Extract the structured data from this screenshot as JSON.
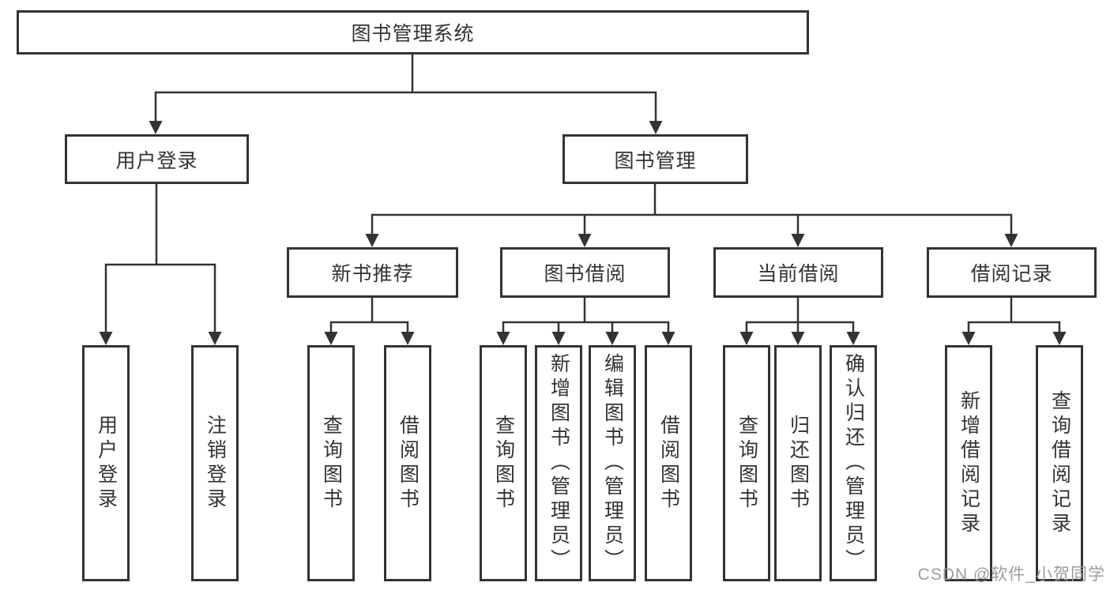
{
  "diagram": {
    "title": "图书管理系统",
    "colors": {
      "line": "#333333",
      "border": "#333333",
      "text": "#333333",
      "watermark": "#9c9c9c",
      "background": "#ffffff"
    },
    "root": {
      "label": "图书管理系统"
    },
    "branches": {
      "user_login": {
        "label": "用户登录",
        "children": [
          "用户登录",
          "注销登录"
        ]
      },
      "book_management": {
        "label": "图书管理",
        "groups": {
          "new_book_recommendation": {
            "label": "新书推荐",
            "children": [
              "查询图书",
              "借阅图书"
            ]
          },
          "book_borrowing": {
            "label": "图书借阅",
            "children": [
              "查询图书",
              "新增图书（管理员）",
              "编辑图书（管理员）",
              "借阅图书"
            ]
          },
          "current_borrowing": {
            "label": "当前借阅",
            "children": [
              "查询图书",
              "归还图书",
              "确认归还（管理员）"
            ]
          },
          "borrowing_records": {
            "label": "借阅记录",
            "children": [
              "新增借阅记录",
              "查询借阅记录"
            ]
          }
        }
      }
    },
    "watermark": "CSDN @软件_小贺同学"
  }
}
